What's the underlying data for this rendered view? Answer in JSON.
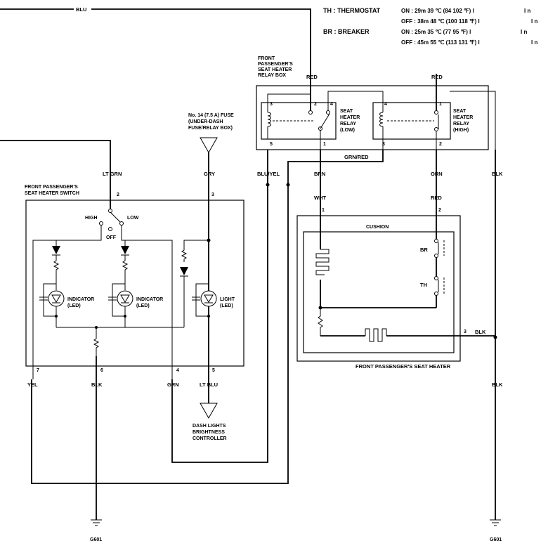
{
  "spec": {
    "th_label": "TH : THERMOSTAT",
    "th_on": "ON : 29m 39 ℃ (84    102 ℉) l",
    "th_on_unit": "I n",
    "th_off": "OFF : 38m 48 ℃ (100    118 ℉) l",
    "th_off_unit": "I n",
    "br_label": "BR : BREAKER",
    "br_on": "ON : 25m 35 ℃ (77    95 ℉) l",
    "br_on_unit": "I n",
    "br_off": "OFF : 45m 55 ℃ (113    131 ℉) l",
    "br_off_unit": "I n"
  },
  "wires": {
    "blu": "BLU",
    "lt_grn": "LT GRN",
    "gry": "GRY",
    "blu_yel": "BLU/YEL",
    "brn": "BRN",
    "orn": "ORN",
    "blk_right": "BLK",
    "grn_red": "GRN/RED",
    "red_left": "RED",
    "red_right": "RED",
    "wht": "WHT",
    "red_lower": "RED",
    "blk_heater": "BLK",
    "blk_lower_right": "BLK",
    "yel": "YEL",
    "blk_switch": "BLK",
    "grn": "GRN",
    "lt_blu": "LT BLU"
  },
  "relay_box": {
    "title_line1": "FRONT",
    "title_line2": "PASSENGER'S",
    "title_line3": "SEAT HEATER",
    "title_line4": "RELAY BOX",
    "low_line1": "SEAT",
    "low_line2": "HEATER",
    "low_line3": "RELAY",
    "low_line4": "(LOW)",
    "high_line1": "SEAT",
    "high_line2": "HEATER",
    "high_line3": "RELAY",
    "high_line4": "(HIGH)",
    "pins": [
      "3",
      "2",
      "4",
      "5",
      "1",
      "4",
      "3",
      "1",
      "2"
    ]
  },
  "fuse": {
    "line1": "No. 14 (7.5 A) FUSE",
    "line2": "(UNDER-DASH",
    "line3": "FUSE/RELAY BOX)"
  },
  "switch": {
    "title_line1": "FRONT PASSENGER'S",
    "title_line2": "SEAT HEATER SWITCH",
    "high": "HIGH",
    "low": "LOW",
    "off": "OFF",
    "indicator1_line1": "INDICATOR",
    "indicator1_line2": "(LED)",
    "indicator2_line1": "INDICATOR",
    "indicator2_line2": "(LED)",
    "light_line1": "LIGHT",
    "light_line2": "(LED)",
    "pins": [
      "2",
      "3",
      "7",
      "6",
      "4",
      "5"
    ]
  },
  "heater": {
    "cushion": "CUSHION",
    "br": "BR",
    "th": "TH",
    "title": "FRONT PASSENGER'S SEAT HEATER",
    "pins": [
      "1",
      "2",
      "3"
    ]
  },
  "dash": {
    "line1": "DASH LIGHTS",
    "line2": "BRIGHTNESS",
    "line3": "CONTROLLER"
  },
  "grounds": {
    "left": "G601",
    "right": "G601"
  }
}
